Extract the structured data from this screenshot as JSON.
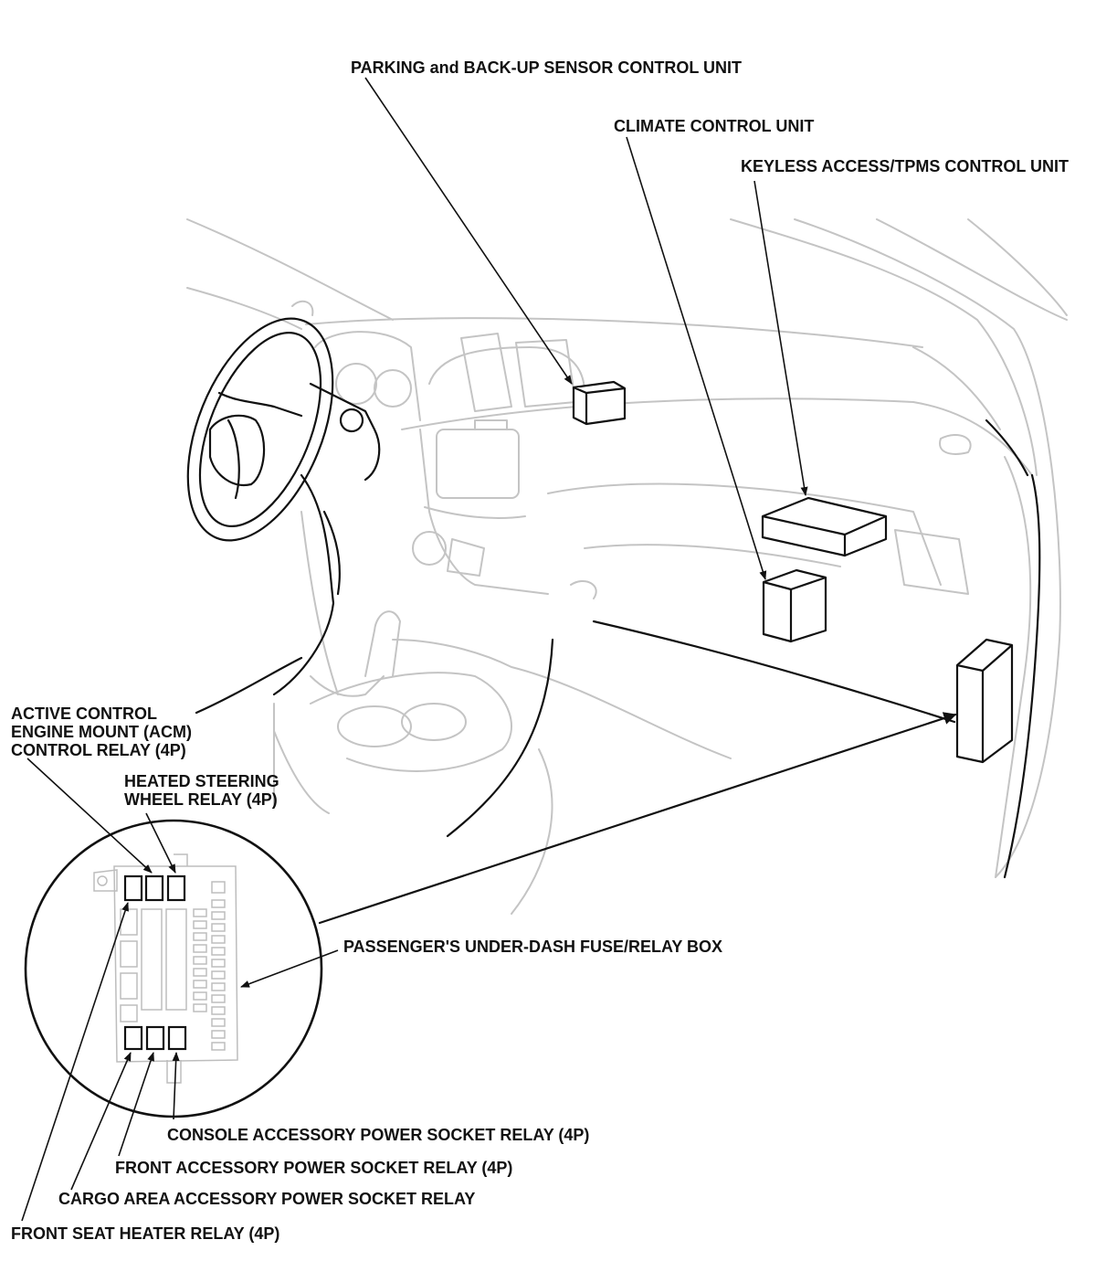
{
  "labels": {
    "parking_sensor": "PARKING and BACK-UP SENSOR CONTROL UNIT",
    "climate_control": "CLIMATE CONTROL UNIT",
    "keyless_access": "KEYLESS ACCESS/TPMS CONTROL UNIT",
    "acm_relay": "ACTIVE CONTROL\nENGINE MOUNT (ACM)\nCONTROL RELAY (4P)",
    "heated_steering": "HEATED STEERING\nWHEEL RELAY (4P)",
    "fuse_box": "PASSENGER'S UNDER-DASH FUSE/RELAY BOX",
    "console_socket": "CONSOLE ACCESSORY POWER SOCKET RELAY (4P)",
    "front_socket": "FRONT ACCESSORY POWER SOCKET RELAY (4P)",
    "cargo_socket": "CARGO AREA ACCESSORY POWER SOCKET RELAY",
    "seat_heater": "FRONT SEAT HEATER RELAY (4P)"
  }
}
